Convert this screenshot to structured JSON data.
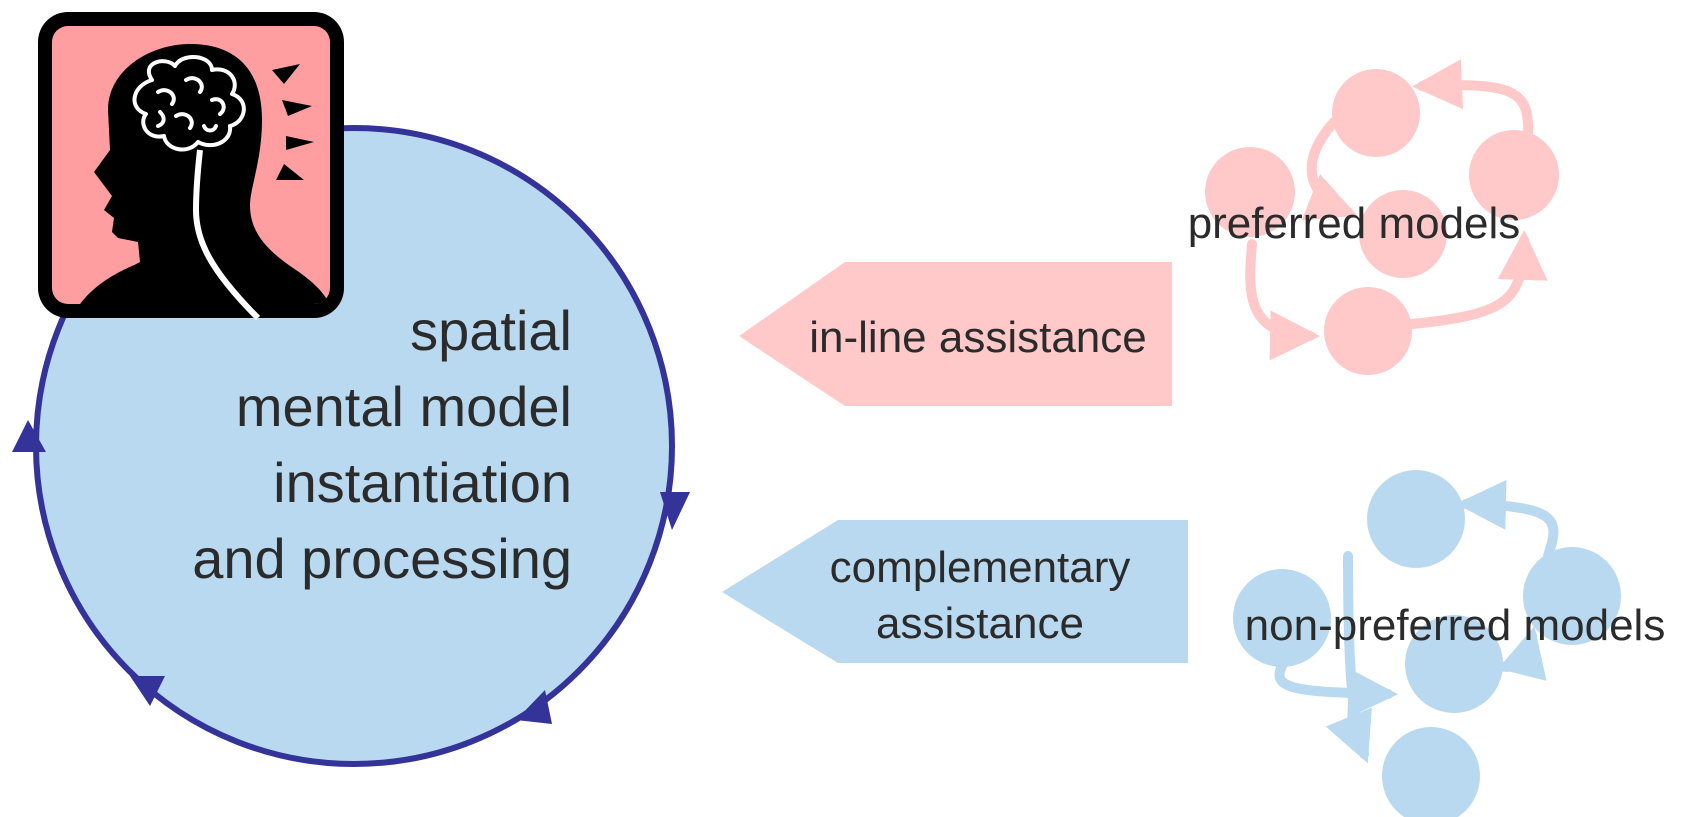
{
  "diagram": {
    "main_circle": {
      "lines": [
        "spatial",
        "mental model",
        "instantiation",
        "and processing"
      ],
      "fill": "#b9d9f0",
      "stroke": "#33339a"
    },
    "brain_icon": {
      "background": "#ff9ea1",
      "frame": "#000000",
      "name": "head-brain-icon"
    },
    "inline_arrow": {
      "label": "in-line assistance",
      "fill": "#ffc9ca"
    },
    "complementary_arrow": {
      "lines": [
        "complementary",
        "assistance"
      ],
      "fill": "#b9d9f0"
    },
    "preferred_models": {
      "label": "preferred models",
      "color": "#ffc9ca"
    },
    "non_preferred_models": {
      "label": "non-preferred models",
      "color": "#b9d9f0"
    },
    "text_color": "#2b2b2b"
  }
}
